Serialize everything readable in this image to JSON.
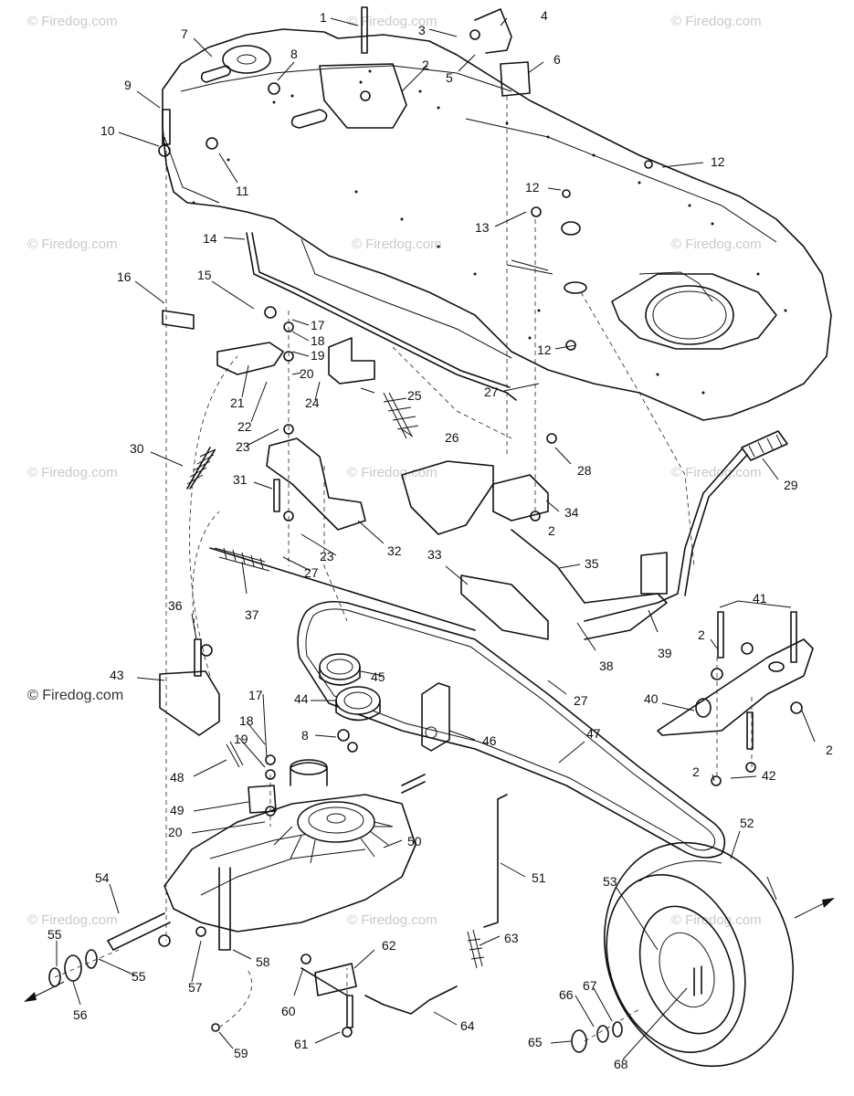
{
  "watermark": {
    "text": "© Firedog.com",
    "main_text": "© Firedog.com"
  },
  "callouts": {
    "c1": "1",
    "c2": "2",
    "c3": "3",
    "c4": "4",
    "c5": "5",
    "c6": "6",
    "c7": "7",
    "c8": "8",
    "c9": "9",
    "c10": "10",
    "c11": "11",
    "c12": "12",
    "c13": "13",
    "c14": "14",
    "c15": "15",
    "c16": "16",
    "c17": "17",
    "c18": "18",
    "c19": "19",
    "c20": "20",
    "c21": "21",
    "c22": "22",
    "c23": "23",
    "c24": "24",
    "c25": "25",
    "c26": "26",
    "c27": "27",
    "c28": "28",
    "c29": "29",
    "c30": "30",
    "c31": "31",
    "c32": "32",
    "c33": "33",
    "c34": "34",
    "c35": "35",
    "c36": "36",
    "c37": "37",
    "c38": "38",
    "c39": "39",
    "c40": "40",
    "c41": "41",
    "c42": "42",
    "c43": "43",
    "c44": "44",
    "c45": "45",
    "c46": "46",
    "c47": "47",
    "c48": "48",
    "c49": "49",
    "c50": "50",
    "c51": "51",
    "c52": "52",
    "c53": "53",
    "c54": "54",
    "c55": "55",
    "c56": "56",
    "c57": "57",
    "c58": "58",
    "c59": "59",
    "c60": "60",
    "c61": "61",
    "c62": "62",
    "c63": "63",
    "c64": "64",
    "c65": "65",
    "c66": "66",
    "c67": "67",
    "c68": "68"
  }
}
